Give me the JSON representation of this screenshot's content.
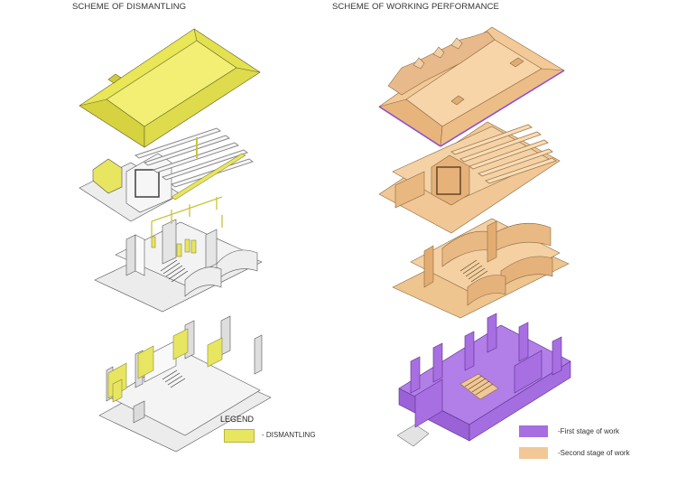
{
  "titles": {
    "left": "SCHEME OF DISMANTLING",
    "right": "SCHEME OF WORKING PERFORMANCE"
  },
  "legend": {
    "heading": "LEGEND",
    "dismantling": "- DISMANTLING",
    "first_stage": "-First stage of work",
    "second_stage": "-Second stage of work"
  },
  "colors": {
    "dismantling": "#e8e560",
    "first_stage": "#a66ee0",
    "second_stage": "#f2c896",
    "gray": "#eaeaea",
    "line": "#555555"
  }
}
